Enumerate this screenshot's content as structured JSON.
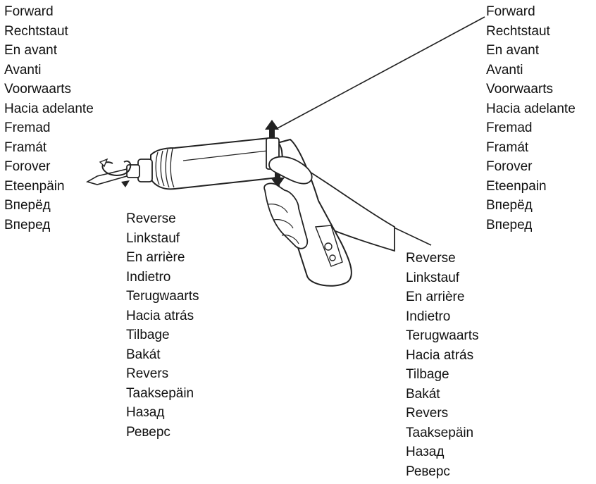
{
  "forward_labels": [
    "Forward",
    "Rechtstaut",
    "En avant",
    "Avanti",
    "Voorwaarts",
    "Hacia adelante",
    "Fremad",
    "Framát",
    "Forover",
    "Eteenpäin",
    "Вперёд",
    "Вперед"
  ],
  "forward_labels_right": [
    "Forward",
    "Rechtstaut",
    "En avant",
    "Avanti",
    "Voorwaarts",
    "Hacia adelante",
    "Fremad",
    "Framát",
    "Forover",
    "Eteenpain",
    "Вперёд",
    "Вперед"
  ],
  "reverse_labels": [
    "Reverse",
    "Linkstauf",
    "En arrière",
    "Indietro",
    "Terugwaarts",
    "Hacia atrás",
    "Tilbage",
    "Bakát",
    "Revers",
    "Taaksepäin",
    "Назад",
    "Реверс"
  ]
}
